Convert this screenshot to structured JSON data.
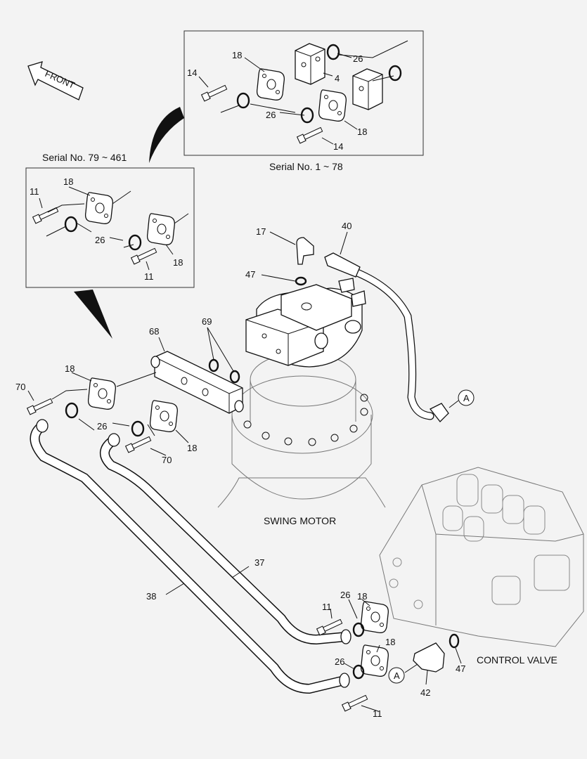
{
  "diagram": {
    "front_label": "FRONT",
    "insets": [
      {
        "caption": "Serial No. 1 ~ 78"
      },
      {
        "caption": "Serial No. 79 ~ 461"
      }
    ],
    "component_labels": [
      "SWING MOTOR",
      "CONTROL VALVE"
    ],
    "reference_marker": "A",
    "part_numbers": {
      "p4": "4",
      "p11": "11",
      "p14": "14",
      "p17": "17",
      "p18": "18",
      "p26": "26",
      "p37": "37",
      "p38": "38",
      "p40": "40",
      "p42": "42",
      "p47": "47",
      "p68": "68",
      "p69": "69",
      "p70": "70"
    }
  }
}
